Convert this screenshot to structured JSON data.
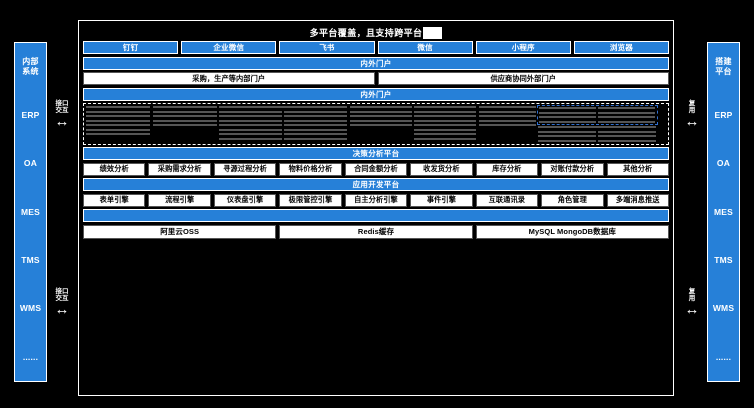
{
  "title": {
    "text": "多平台覆盖，且支持跨平台",
    "cursor": ""
  },
  "colors": {
    "accent": "#2680d8",
    "selection": "#2f6fd0",
    "background": "#000000",
    "box": "#ffffff"
  },
  "left_rail": {
    "head": "内部系统",
    "items": [
      "ERP",
      "OA",
      "MES",
      "TMS",
      "WMS",
      "......"
    ]
  },
  "right_rail": {
    "head": "搭建平台",
    "items": [
      "ERP",
      "OA",
      "MES",
      "TMS",
      "WMS",
      "......"
    ]
  },
  "connectors": {
    "left_top": "接口交互",
    "left_bottom": "接口交互",
    "right_top": "复用",
    "right_bottom": "复用",
    "arrow_glyph": "↔"
  },
  "platform_tabs": [
    "钉钉",
    "企业微信",
    "飞书",
    "微信",
    "小程序",
    "浏览器"
  ],
  "portal_bar_1": "内外门户",
  "portal_boxes": [
    "采购，生产等内部门户",
    "供应商协同外部门户"
  ],
  "portal_bar_2": "内外门户",
  "modules": {
    "supplier": {
      "header": "供应商管理",
      "items": [
        "供应商注册",
        "供应商准入",
        "绩效管理",
        "整改&淘汰",
        "资质管理",
        "样品管理"
      ]
    },
    "demand": {
      "header": "采购需求管理",
      "items": [
        "发起采购申请",
        "采购申请审批",
        "需求池管理",
        "需求进度管理"
      ]
    },
    "sourcing": {
      "header": "寻源管理",
      "left": [
        "在线询报价",
        "比价、竞价",
        "自动比价",
        "核价",
        "价格分析",
        "评标条例",
        "线上邀约"
      ],
      "right": [
        "报名参与",
        "线上投标",
        "线上答疑",
        "线上评标",
        "自动开标",
        "开标通知",
        "中标通知书"
      ]
    },
    "contract": {
      "header": "合同管理",
      "items": [
        "合同模板管理",
        "合同审批管理",
        "合同自动生成",
        "合同进度管理"
      ]
    },
    "order": {
      "header": "订单协同",
      "items": [
        "线上订单下达",
        "供方确认订单",
        "订单进度管理",
        "质量协同",
        "来料检验单",
        "采购退货单",
        "8D改善报告"
      ]
    },
    "shipping": {
      "header": "发收货协同",
      "items": [
        "发货通知单",
        "发货单打印",
        "发货进度",
        "扫码收货"
      ]
    },
    "finance": {
      "header_left": "财务协同",
      "header_right": "外协生产",
      "left": [
        "对账管理",
        "发票管理",
        "付款管理"
      ],
      "right": [
        "领料管理",
        "生产报工",
        "外协进度"
      ],
      "wide": "自主搭建拓展模块",
      "extra_left": [
        "通知公告",
        "物流管理",
        "模具管理"
      ],
      "extra_right": [
        "预警提醒",
        "投诉管理",
        "............"
      ]
    }
  },
  "decision": {
    "bar": "决策分析平台",
    "items": [
      "绩效分析",
      "采购需求分析",
      "寻源过程分析",
      "物料价格分析",
      "合同金额分析",
      "收发货分析",
      "库存分析",
      "对账付款分析",
      "其他分析"
    ]
  },
  "appdev": {
    "bar": "应用开发平台",
    "items": [
      "表单引擎",
      "流程引擎",
      "仪表盘引擎",
      "极限管控引擎",
      "自主分析引擎",
      "事件引擎",
      "互联通讯录",
      "角色管理",
      "多端消息推送"
    ]
  },
  "infra": {
    "bar": "",
    "items": [
      "阿里云OSS",
      "Redis缓存",
      "MySQL MongoDB数据库"
    ]
  }
}
